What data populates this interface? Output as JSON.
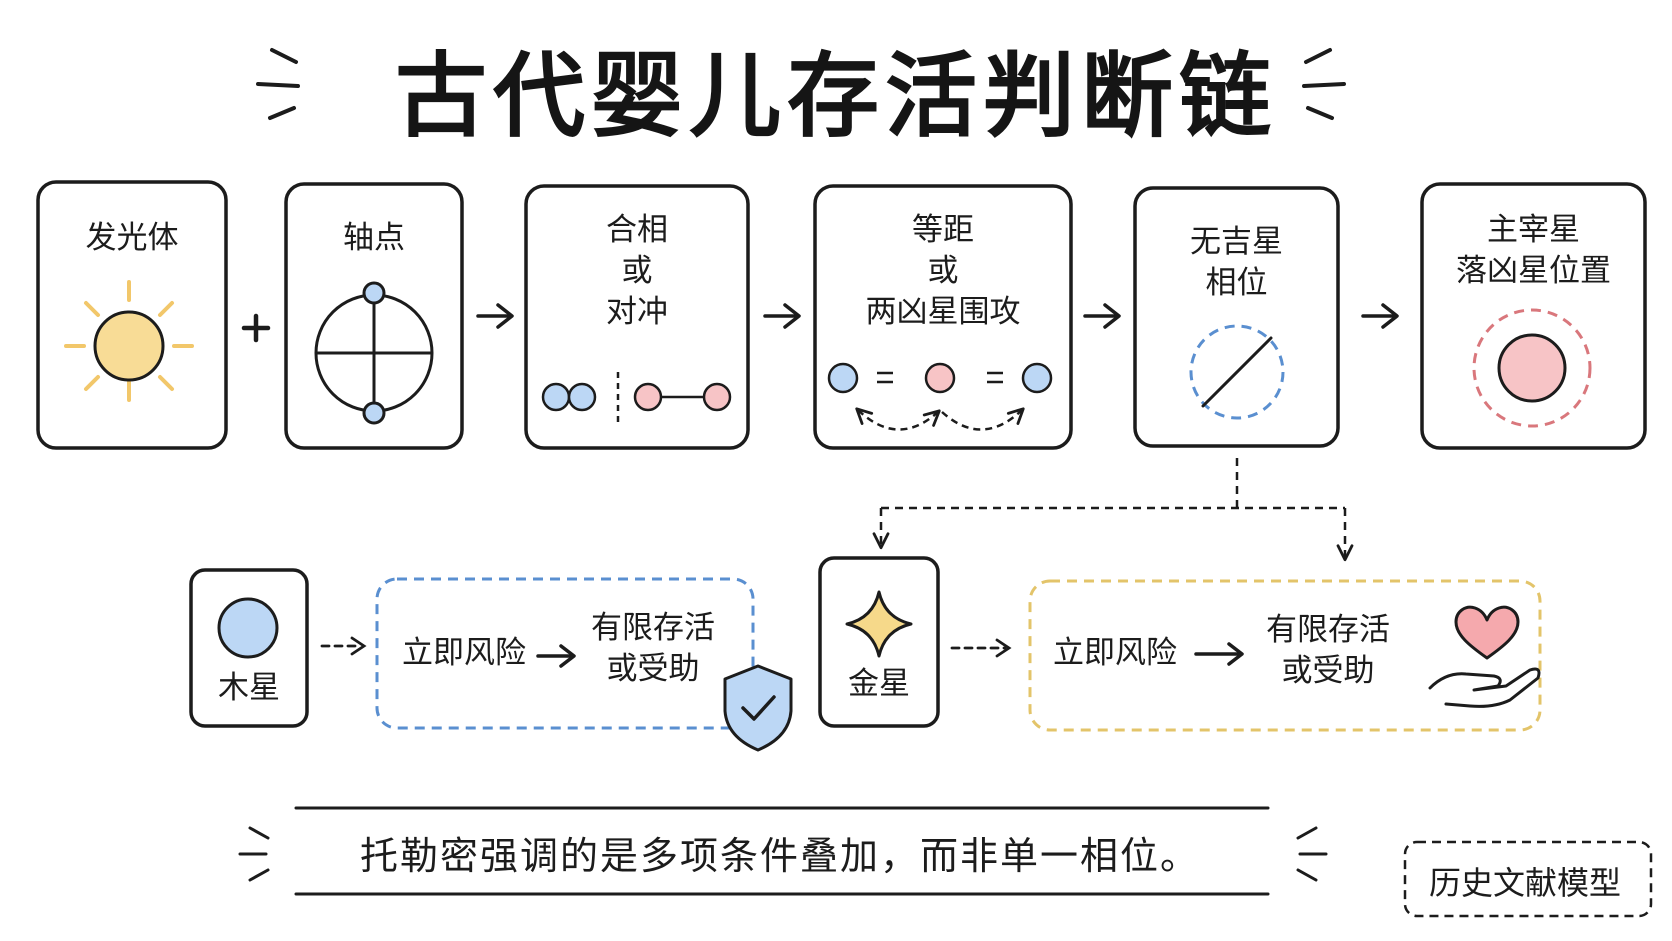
{
  "title": "古代婴儿存活判断链",
  "chain": [
    {
      "lines": [
        "发光体"
      ]
    },
    {
      "lines": [
        "轴点"
      ]
    },
    {
      "lines": [
        "合相",
        "或",
        "对冲"
      ]
    },
    {
      "lines": [
        "等距",
        "或",
        "两凶星围攻"
      ]
    },
    {
      "lines": [
        "无吉星",
        "相位"
      ]
    },
    {
      "lines": [
        "主宰星",
        "落凶星位置"
      ]
    }
  ],
  "operators": {
    "plus": "+"
  },
  "branches": [
    {
      "planet": "木星",
      "risk": "立即风险",
      "outcome": [
        "有限存活",
        "或受助"
      ]
    },
    {
      "planet": "金星",
      "risk": "立即风险",
      "outcome": [
        "有限存活",
        "或受助"
      ]
    }
  ],
  "caption": "托勒密强调的是多项条件叠加，而非单一相位。",
  "source_tag": "历史文献模型",
  "colors": {
    "ink": "#1c1c1c",
    "sun": "#f8dc96",
    "sun_ray": "#f2c76a",
    "benefic_blue": "#bcd7f5",
    "blue_stroke": "#5a8fd0",
    "malefic_red": "#f7c4c6",
    "red_stroke": "#d9777c",
    "venus_gold": "#f6d98a",
    "gold_stroke": "#e3c46a",
    "heart": "#f5a9ad"
  },
  "icons": [
    "sun-icon",
    "axis-circle-icon",
    "conjunction-opposition-icon",
    "besiegement-icon",
    "no-aspect-icon",
    "ruler-in-malefic-icon",
    "jupiter-icon",
    "venus-star-icon",
    "shield-check-icon",
    "heart-hand-icon",
    "arrow-icon"
  ]
}
